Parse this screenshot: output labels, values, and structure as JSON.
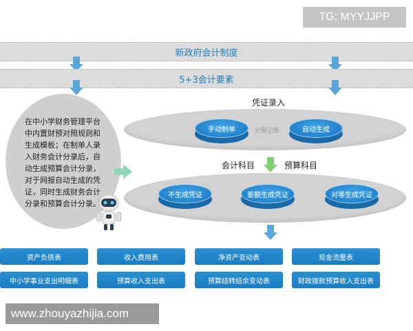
{
  "watermark_top": "TG: MYYJJPP",
  "watermark_bottom": "www.zhouyazhijia.com",
  "banner1": "新政府会计制度",
  "banner2": "5+3会计要素",
  "description": "在中小学财务管理平台中内置财预对照规则和生成模板；在制单人录入财务会计分录后，自动生成预算会计分录，对于网报自动生成的凭证，同时生成财务会计分录和预算会计分录。",
  "voucher_entry": {
    "title": "凭证录入",
    "manual": "手动制单",
    "split": "分屏记账",
    "auto": "自动生成"
  },
  "subjects": {
    "financial": "会计科目",
    "budget": "预算科目"
  },
  "generate": {
    "none": "不生成凭证",
    "diff": "差额生成凭证",
    "equal": "对等生成凭证"
  },
  "reports": [
    "资产负债表",
    "收入费用表",
    "净资产变动表",
    "现金流量表",
    "中小学事业支出明细表",
    "预算收入支出表",
    "预算结转结余变动表",
    "财政拨款预算收入支出表"
  ],
  "colors": {
    "accent_blue": "#1b7cc1",
    "arrow_blue": "#5aa6d8",
    "arrow_green": "#7fcf6f",
    "banner_text": "#1e7fb8"
  }
}
